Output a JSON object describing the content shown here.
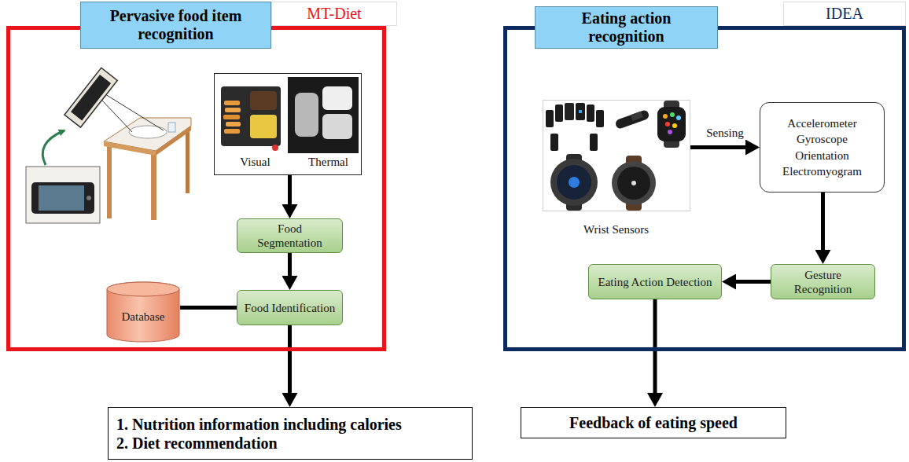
{
  "diagram": {
    "nodes": [
      {
        "text": [
          "MT-Diet"
        ]
      },
      {
        "text": [
          "Pervasive food item recognition"
        ],
        "in": 0
      },
      {
        "text": [
          "Visual",
          "Thermal"
        ],
        "in": 0
      },
      {
        "text": [
          "Food Segmentation"
        ],
        "in": 0
      },
      {
        "text": [
          "Database"
        ],
        "in": 0
      },
      {
        "text": [
          "Food Identification"
        ],
        "in": 0
      },
      {
        "text": [
          "1. Nutrition information including calories",
          "2. Diet recommendation"
        ]
      },
      {
        "text": [
          "IDEA"
        ]
      },
      {
        "text": [
          "Eating action recognition"
        ],
        "in": 7
      },
      {
        "text": [
          "Wrist Sensors"
        ],
        "in": 7
      },
      {
        "text": [
          "Accelerometer",
          "Gyroscope",
          "Orientation",
          "Electromyogram"
        ],
        "in": 7
      },
      {
        "text": [
          "Gesture Recognition"
        ],
        "in": 7
      },
      {
        "text": [
          "Eating Action Detection"
        ],
        "in": 7
      },
      {
        "text": [
          "Feedback of eating speed"
        ]
      }
    ],
    "edges": [
      {
        "from": 2,
        "to": 3,
        "arrow": "to"
      },
      {
        "from": 3,
        "to": 5,
        "arrow": "to"
      },
      {
        "from": 4,
        "to": 5,
        "arrow": "none"
      },
      {
        "from": 5,
        "to": 6,
        "arrow": "to"
      },
      {
        "from": 9,
        "to": 10,
        "label": "Sensing",
        "arrow": "to"
      },
      {
        "from": 10,
        "to": 11,
        "arrow": "to"
      },
      {
        "from": 11,
        "to": 12,
        "arrow": "to"
      },
      {
        "from": 12,
        "to": 13,
        "arrow": "to"
      }
    ]
  }
}
